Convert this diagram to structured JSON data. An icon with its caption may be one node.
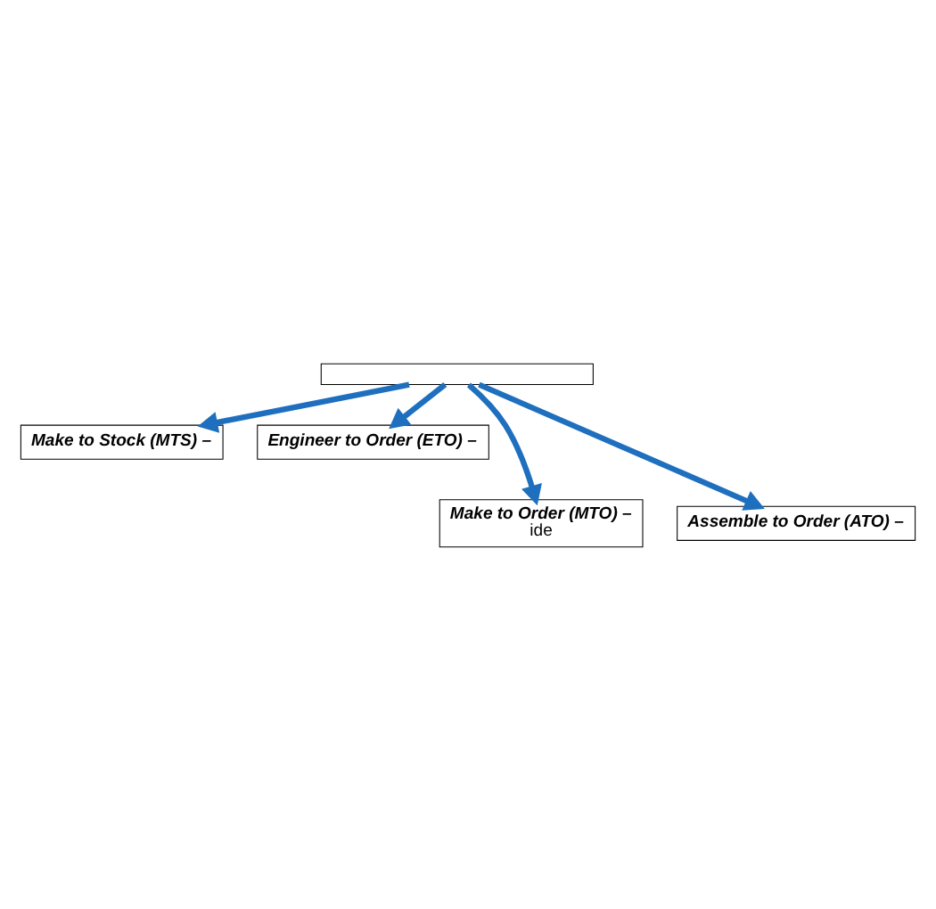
{
  "diagram": {
    "nodes": [
      {
        "text": [],
        "shape": "box"
      },
      {
        "text": [
          "Make to Stock (MTS) –"
        ]
      },
      {
        "text": [
          "Engineer to Order (ETO) –"
        ]
      },
      {
        "text": [
          "Make to Order (MTO) –",
          "ide"
        ]
      },
      {
        "text": [
          "Assemble to Order (ATO) –"
        ]
      }
    ],
    "edges": [
      {
        "from": 0,
        "to": 1,
        "arrow": "to"
      },
      {
        "from": 0,
        "to": 2,
        "arrow": "to"
      },
      {
        "from": 0,
        "to": 3,
        "arrow": "to"
      },
      {
        "from": 0,
        "to": 4,
        "arrow": "to"
      }
    ]
  }
}
